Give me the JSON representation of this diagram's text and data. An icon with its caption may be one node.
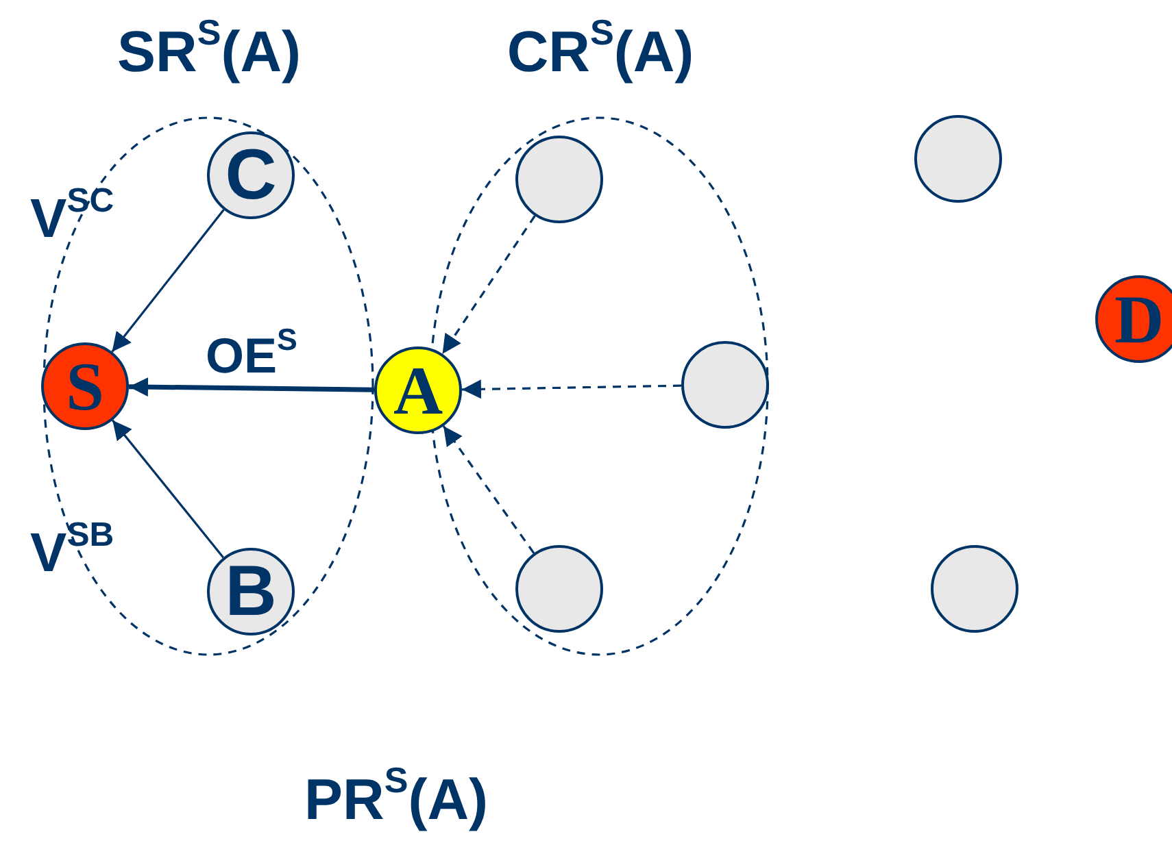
{
  "diagram": {
    "nodes": [
      {
        "text": [
          "SR$^{S}$(A)"
        ]
      },
      {
        "text": [
          "CR$^{S}$(A)"
        ]
      },
      {
        "text": [
          "C"
        ],
        "in": 0
      },
      {
        "text": [
          "S"
        ],
        "in": 0
      },
      {
        "text": [
          "B"
        ],
        "in": 0
      },
      {
        "text": [
          "A"
        ]
      },
      {
        "text": [],
        "shape": "circle",
        "in": 1
      },
      {
        "text": [],
        "shape": "circle",
        "in": 1
      },
      {
        "text": [],
        "shape": "circle",
        "in": 1
      },
      {
        "text": [],
        "shape": "circle"
      },
      {
        "text": [],
        "shape": "circle"
      },
      {
        "text": [
          "D"
        ]
      }
    ],
    "edges": [
      {
        "from": 2,
        "to": 3,
        "arrow": "to"
      },
      {
        "from": 5,
        "to": 3,
        "arrow": "to",
        "label": "OE$^{S}$",
        "style": "thick"
      },
      {
        "from": 4,
        "to": 3,
        "arrow": "to"
      },
      {
        "from": 6,
        "to": 5,
        "arrow": "to",
        "style": "dashed"
      },
      {
        "from": 7,
        "to": 5,
        "arrow": "to",
        "style": "dashed"
      },
      {
        "from": 8,
        "to": 5,
        "arrow": "to",
        "style": "dashed"
      }
    ],
    "labels": [
      "V$^{SC}$",
      "V$^{SB}$",
      "PR$^{S}$(A)"
    ]
  }
}
